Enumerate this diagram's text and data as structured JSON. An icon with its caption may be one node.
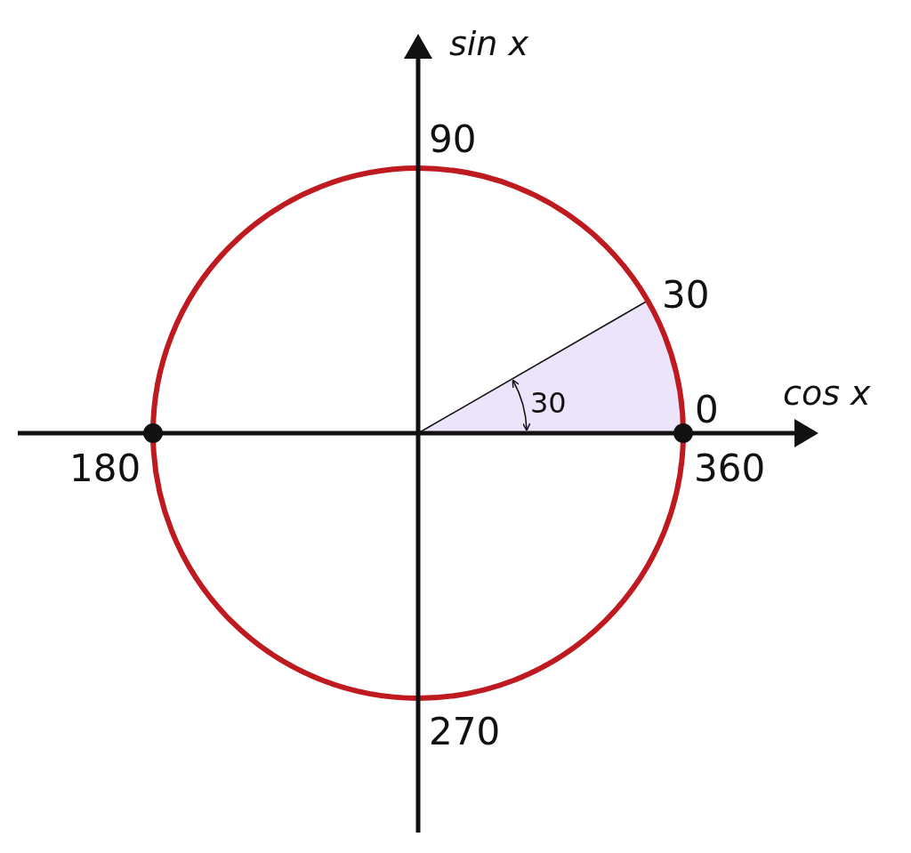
{
  "diagram": {
    "labels": [
      "sin x",
      "90",
      "30",
      "cos x",
      "30",
      "0",
      "180",
      "360",
      "270"
    ]
  }
}
